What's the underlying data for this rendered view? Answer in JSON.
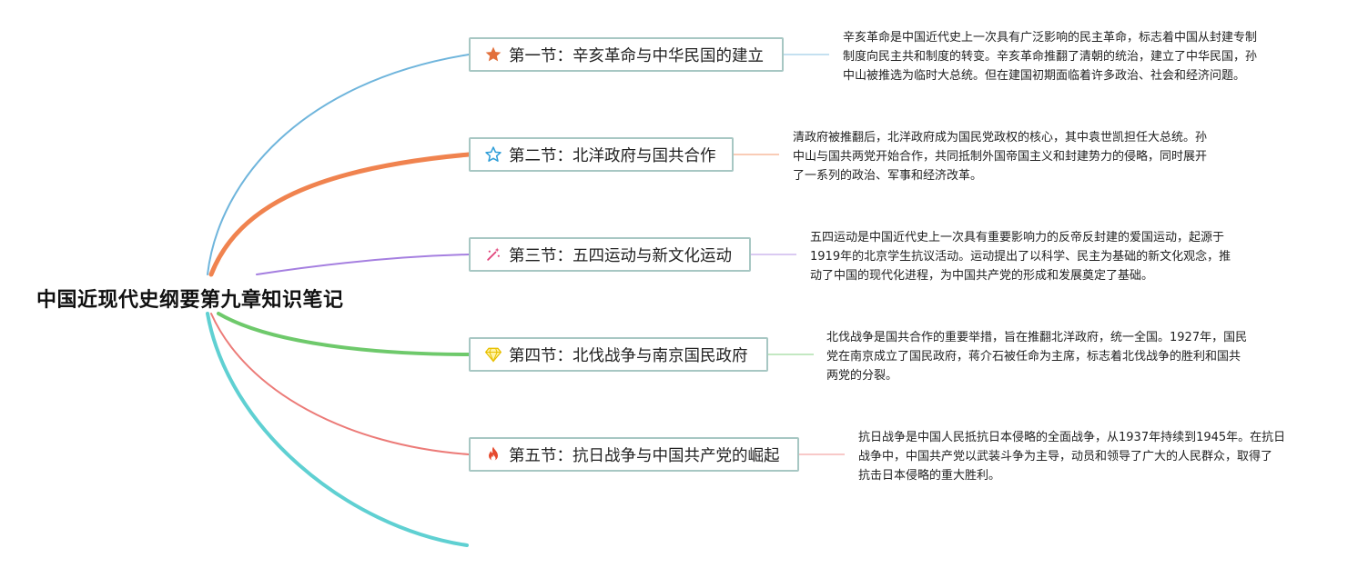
{
  "root": {
    "title": "中国近现代史纲要第九章知识笔记"
  },
  "colors": {
    "branch1": "#6fb5dc",
    "branch2": "#f0834f",
    "branch3": "#a57fe0",
    "branch4": "#6ec96b",
    "branch5": "#ec7b78",
    "branch6": "#5fd0d2",
    "node_border": "#a7c7c3"
  },
  "sections": [
    {
      "label": "第一节：辛亥革命与中华民国的建立",
      "icon": "star-filled-icon",
      "desc": [
        "辛亥革命是中国近代史上一次具有广泛影响的民主革命，标志着中国从封建专制",
        "制度向民主共和制度的转变。辛亥革命推翻了清朝的统治，建立了中华民国，孙",
        "中山被推选为临时大总统。但在建国初期面临着许多政治、社会和经济问题。"
      ]
    },
    {
      "label": "第二节：北洋政府与国共合作",
      "icon": "star-outline-icon",
      "desc": [
        "清政府被推翻后，北洋政府成为国民党政权的核心，其中袁世凯担任大总统。孙",
        "中山与国共两党开始合作，共同抵制外国帝国主义和封建势力的侵略，同时展开",
        "了一系列的政治、军事和经济改革。"
      ]
    },
    {
      "label": "第三节：五四运动与新文化运动",
      "icon": "sparkle-wand-icon",
      "desc": [
        "五四运动是中国近代史上一次具有重要影响力的反帝反封建的爱国运动，起源于",
        "1919年的北京学生抗议活动。运动提出了以科学、民主为基础的新文化观念，推",
        "动了中国的现代化进程，为中国共产党的形成和发展奠定了基础。"
      ]
    },
    {
      "label": "第四节：北伐战争与南京国民政府",
      "icon": "diamond-icon",
      "desc": [
        "北伐战争是国共合作的重要举措，旨在推翻北洋政府，统一全国。1927年，国民",
        "党在南京成立了国民政府，蒋介石被任命为主席，标志着北伐战争的胜利和国共",
        "两党的分裂。"
      ]
    },
    {
      "label": "第五节：抗日战争与中国共产党的崛起",
      "icon": "fire-icon",
      "desc": [
        "抗日战争是中国人民抵抗日本侵略的全面战争，从1937年持续到1945年。在抗日",
        "战争中，中国共产党以武装斗争为主导，动员和领导了广大的人民群众，取得了",
        "抗击日本侵略的重大胜利。"
      ]
    }
  ]
}
